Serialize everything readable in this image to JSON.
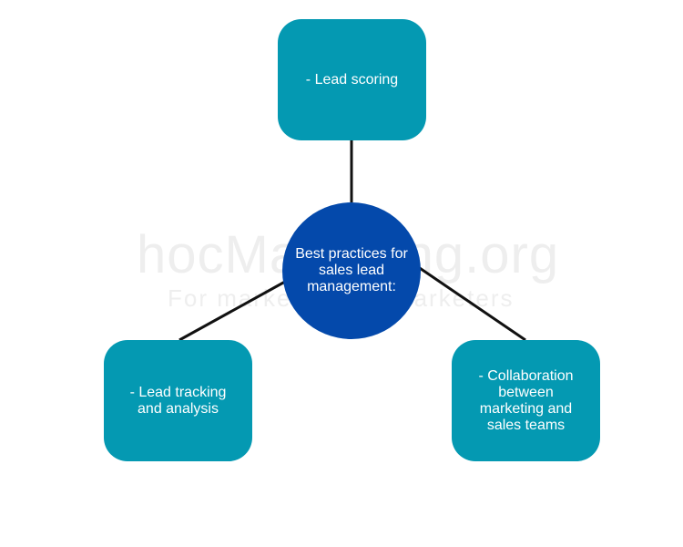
{
  "diagram": {
    "center": {
      "label": "Best practices for sales lead management:"
    },
    "nodes": [
      {
        "id": "top",
        "label": "- Lead scoring"
      },
      {
        "id": "left",
        "label": "- Lead tracking and analysis"
      },
      {
        "id": "right",
        "label": "- Collaboration between marketing and sales teams"
      }
    ]
  },
  "watermark": {
    "main": "hocMarketing.org",
    "sub": "For marketers, by marketers"
  },
  "colors": {
    "node_fill": "#0499b2",
    "center_fill": "#0449ab",
    "connector": "#111111",
    "text": "#ffffff"
  }
}
